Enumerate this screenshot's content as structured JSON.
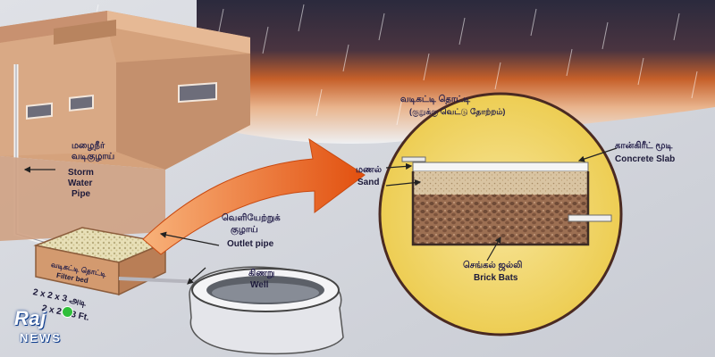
{
  "labels": {
    "tank_title_ta": "வடிகட்டி தொட்டி",
    "tank_subtitle_ta": "(குறுக்கு வெட்டு தோற்றம்)",
    "concrete_slab_ta": "கான்கிரீட் மூடி",
    "concrete_slab_en": "Concrete Slab",
    "sand_ta": "மணல்",
    "sand_en": "Sand",
    "brick_bats_ta": "செங்கல் ஜல்லி",
    "brick_bats_en": "Brick Bats",
    "storm_pipe_ta_1": "மழைநீர்",
    "storm_pipe_ta_2": "வடிகுழாய்",
    "storm_pipe_en_1": "Storm",
    "storm_pipe_en_2": "Water",
    "storm_pipe_en_3": "Pipe",
    "outlet_pipe_ta_1": "வெளியேற்றுக்",
    "outlet_pipe_ta_2": "குழாய்",
    "outlet_pipe_en": "Outlet pipe",
    "well_ta": "கிணறு",
    "well_en": "Well",
    "filter_box_ta": "வடிகட்டி தொட்டி",
    "filter_box_en": "Filter bed",
    "dims_1": "2 x 2 x 3 அடி",
    "dims_2": "2 x 2 x 3 Ft."
  },
  "logo": {
    "name": "Raj",
    "sub": "NEWS"
  },
  "colors": {
    "sky_dark": "#2b2a3d",
    "sky_orange": "#d8692c",
    "building": "#d5a27c",
    "arrow": "#f07a1e",
    "circle_fill": "#f1d766",
    "circle_stroke": "#4a2a22",
    "sand": "#d9c4a2",
    "brick_bats": "#8a5e44"
  }
}
